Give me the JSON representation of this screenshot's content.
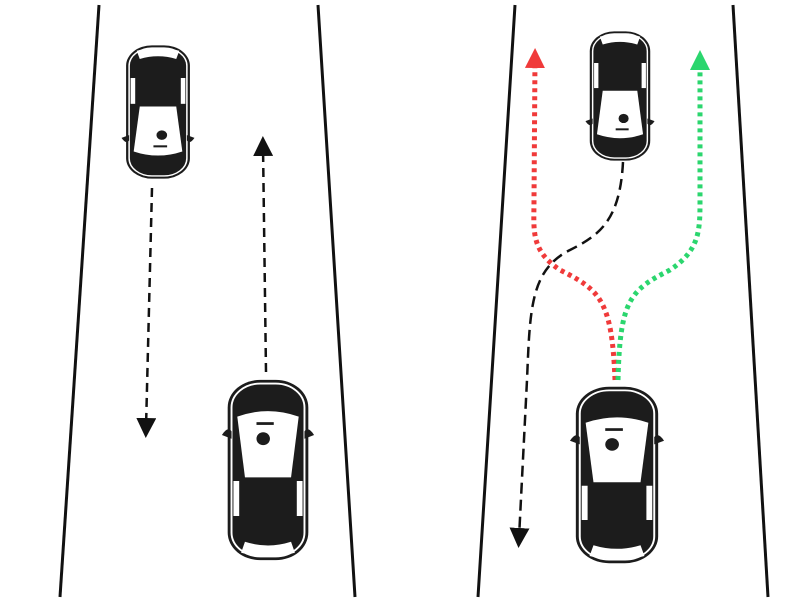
{
  "colors": {
    "road_line": "#111111",
    "car_body": "#1c1c1c",
    "path_default": "#111111",
    "path_red": "#f03a3a",
    "path_green": "#2bd66e"
  },
  "panels": [
    {
      "cars": 2,
      "paths": [
        "black-down",
        "black-up"
      ]
    },
    {
      "cars": 2,
      "paths": [
        "black-lane-change",
        "red-left-overtake",
        "green-right-overtake"
      ]
    }
  ]
}
